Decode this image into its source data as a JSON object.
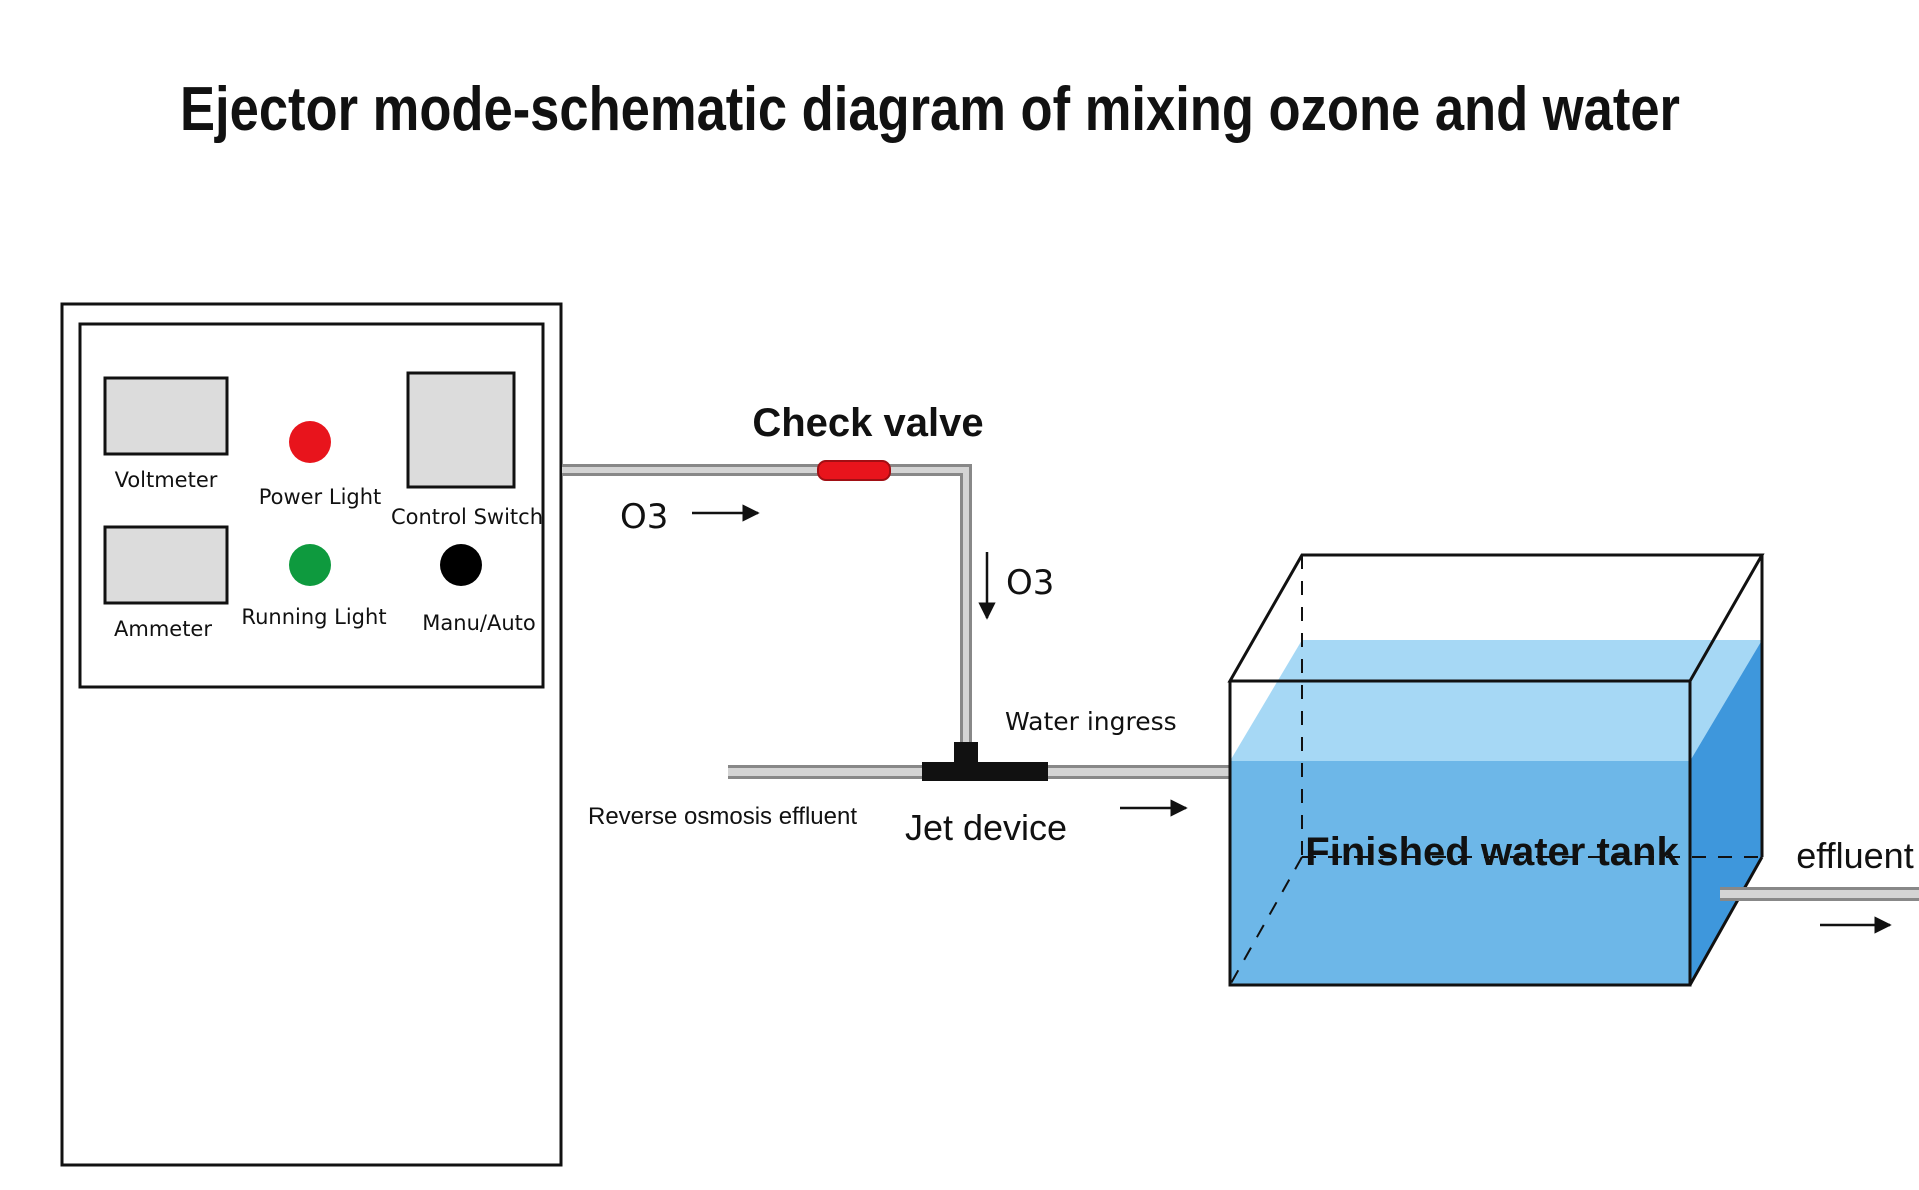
{
  "title": "Ejector mode-schematic diagram of mixing ozone and water",
  "generator": {
    "voltmeter": "Voltmeter",
    "power_light": "Power Light",
    "control_switch": "Control Switch",
    "ammeter": "Ammeter",
    "running_light": "Running Light",
    "manu_auto": "Manu/Auto"
  },
  "labels": {
    "check_valve": "Check valve",
    "o3_horizontal": "O3",
    "o3_vertical": "O3",
    "water_ingress": "Water ingress",
    "reverse_osmosis_effluent": "Reverse osmosis effluent",
    "jet_device": "Jet device",
    "tank": "Finished water tank",
    "effluent": "effluent"
  },
  "colors": {
    "power_light": "#e8141c",
    "running_light": "#0e9a3e",
    "manu_auto_knob": "#000000",
    "check_valve": "#e8141c",
    "pipe": "#a8a8a8",
    "water_front": "#6db7e8",
    "water_top": "#a6d8f5",
    "water_side": "#3e97dc",
    "meter_face": "#dcdcdc"
  }
}
